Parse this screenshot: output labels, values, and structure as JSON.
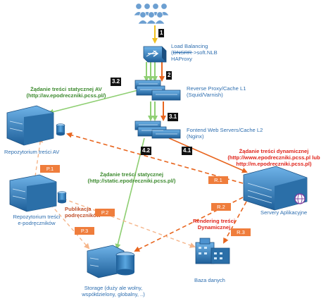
{
  "colors": {
    "server_blue": "#2f7fbf",
    "green_arrow": "#8fcf73",
    "orange_arrow": "#e8651e",
    "tag_orange": "#ef7d3c",
    "label_blue": "#2f6fb0",
    "label_green": "#3c8a2e",
    "label_red": "#e0241b",
    "user_icon": "#6c9fd1"
  },
  "icons": [
    "users-icon",
    "load-balancer-icon",
    "server-rack-icon",
    "database-cylinder-icon",
    "globe-icon",
    "building-icon"
  ],
  "badges": {
    "b1": "1",
    "b2": "2",
    "b3_1": "3.1",
    "b3_2": "3.2",
    "b4_1": "4.1",
    "b4_2": "4.2"
  },
  "load_balancing": {
    "line1": "Load Balancing",
    "line2_struck": "DNSRR",
    "line2_rest": "->soft.NLB",
    "line3": "HAProxy"
  },
  "reverse_proxy": {
    "line1": "Reverse Proxy/Cache L1",
    "line2": "(Squid/Varnish)"
  },
  "frontend": {
    "line1": "Fontend Web Servers/Cache L2",
    "line2": "(Nginx)"
  },
  "static_av": {
    "line1": "Żądanie treści statycznej AV",
    "line2": "(http://av.epodreczniki.pcss.pl/)"
  },
  "repo_av": "Repozytorium treści AV",
  "static": {
    "line1": "Żądanie treści statycznej",
    "line2": "(http://static.epodreczniki.pcss.pl/)"
  },
  "dynamic": {
    "line1": "Żądanie treści dynamicznej",
    "line2": "(http://www.epodreczniki.pcss.pl lub",
    "line3": "http://m.epodreczniki.pcss.pl)"
  },
  "repo_ep": {
    "line1": "Repozytorium treści",
    "line2": "e-podręczników"
  },
  "publikacja": {
    "line1": "Publikacja",
    "line2": "podręczników"
  },
  "rendering": {
    "line1": "Rendering treści",
    "line2": "Dynamicznej"
  },
  "servery": "Servery Aplikacyjne",
  "storage": {
    "line1": "Storage (duży ale wolny,",
    "line2": "współdzielony, globalny, ..)"
  },
  "baza": "Baza danych",
  "tags": {
    "p1": "P.1",
    "p2": "P.2",
    "p3": "P.3",
    "r1": "R.1",
    "r2": "R.2",
    "r3": "R.3"
  }
}
